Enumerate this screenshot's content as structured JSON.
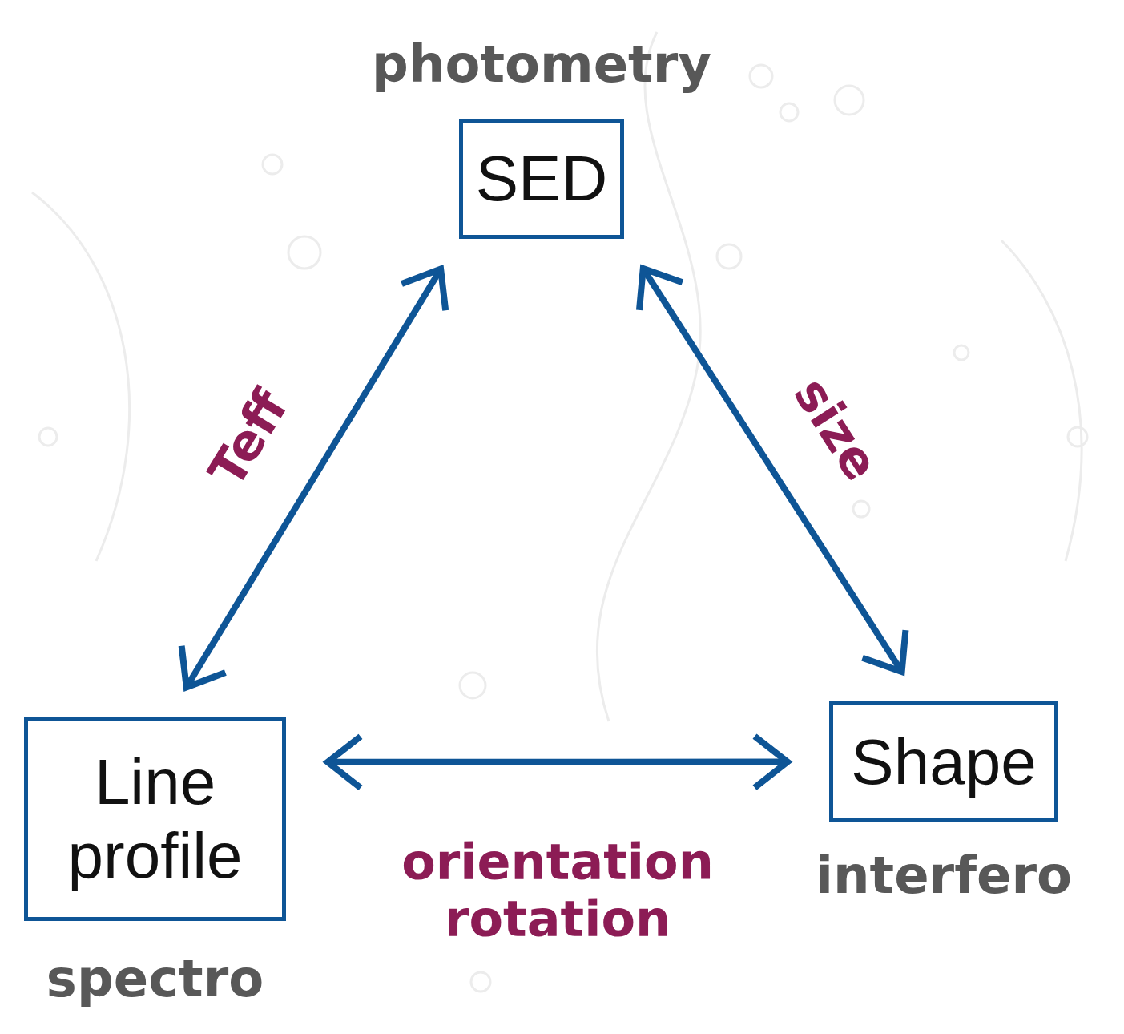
{
  "diagram": {
    "nodes": [
      {
        "text": [
          "photometry",
          "SED"
        ]
      },
      {
        "text": [
          "Line profile",
          "spectro"
        ]
      },
      {
        "text": [
          "Shape",
          "interfero"
        ]
      }
    ],
    "edges": [
      {
        "from": 0,
        "to": 1,
        "arrow": "both",
        "label": "Teff"
      },
      {
        "from": 0,
        "to": 2,
        "arrow": "both",
        "label": "size"
      },
      {
        "from": 1,
        "to": 2,
        "arrow": "both",
        "label": "orientation rotation"
      }
    ]
  }
}
